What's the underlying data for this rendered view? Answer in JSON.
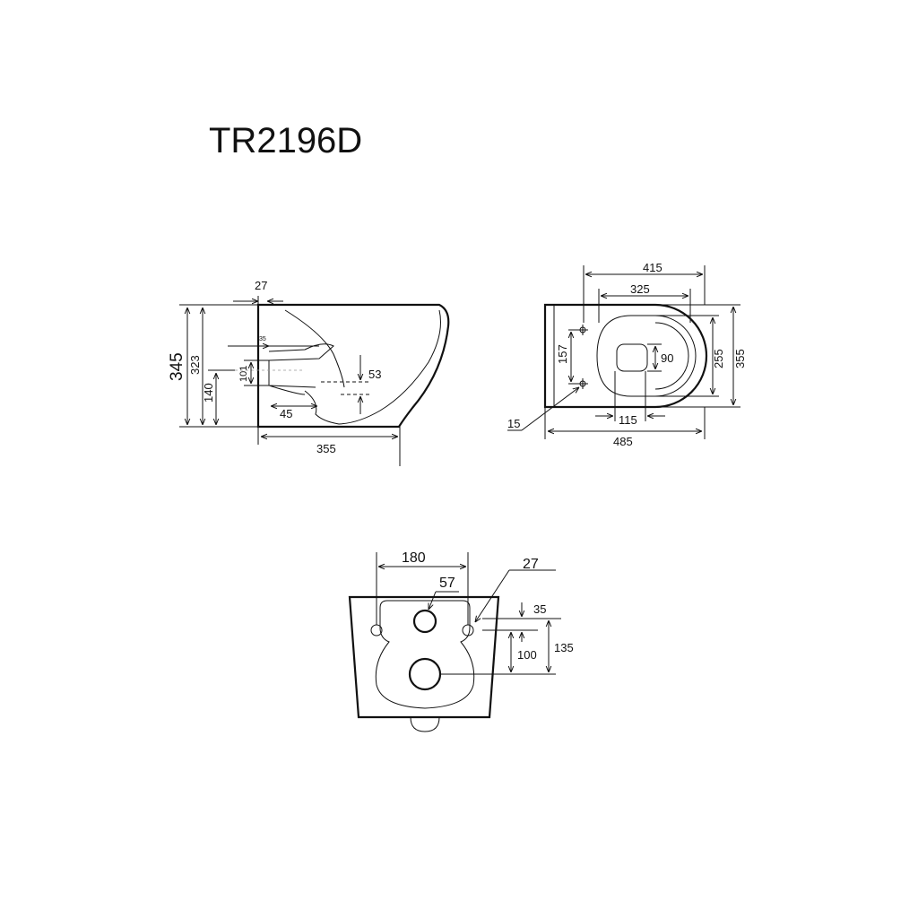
{
  "title": "TR2196D",
  "side_view": {
    "dims": {
      "flange": "27",
      "inlet_offset": "35",
      "overall_height": "345",
      "inner_height": "323",
      "outlet_height": "140",
      "outlet_dia": "101",
      "outlet_depth": "45",
      "waste_drop": "53",
      "depth": "355"
    }
  },
  "top_view": {
    "dims": {
      "bowl_outer": "415",
      "bowl_inner": "325",
      "hole_spacing": "157",
      "hole_dia": "15",
      "rim_width": "115",
      "seat_opening": "90",
      "inner_width": "255",
      "outer_width": "355",
      "overall_length": "485"
    }
  },
  "back_view": {
    "dims": {
      "bolt_spacing": "180",
      "bolt_dia": "27",
      "inlet_dia": "57",
      "top_offset": "35",
      "bolt_to_outlet": "100",
      "top_to_outlet": "135"
    }
  }
}
